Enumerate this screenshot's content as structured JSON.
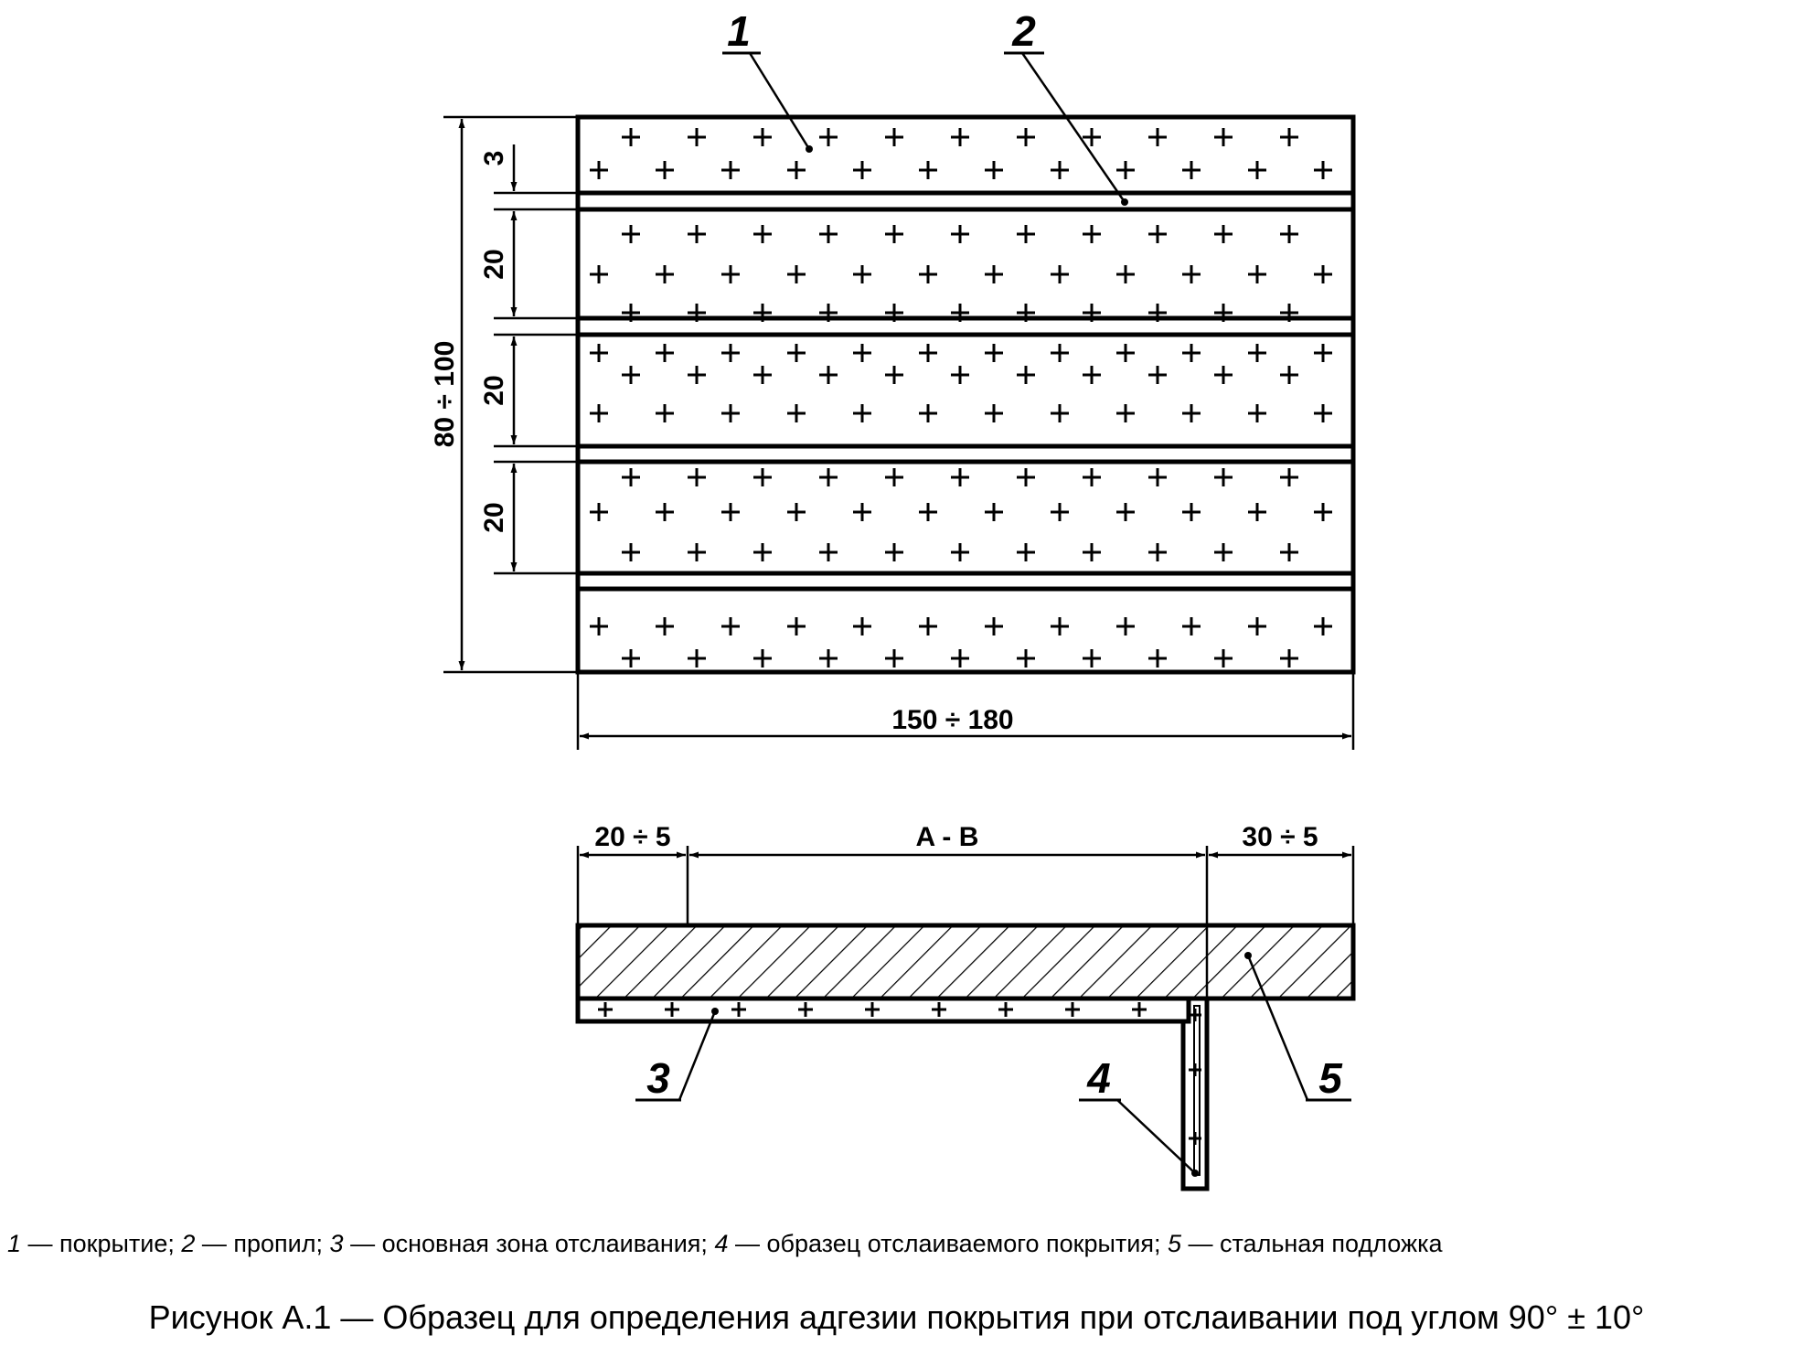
{
  "plan_view": {
    "height_dimension": "80 ÷ 100",
    "width_dimension": "150 ÷ 180",
    "strip_dimensions": [
      "3",
      "20",
      "20",
      "20"
    ]
  },
  "section_view": {
    "left_dimension": "20 ÷ 5",
    "middle_dimension": "A - B",
    "right_dimension": "30 ÷ 5"
  },
  "callouts": [
    "1",
    "2",
    "3",
    "4",
    "5"
  ],
  "legend": [
    {
      "num": "1",
      "text": " — покрытие; "
    },
    {
      "num": "2",
      "text": " — пропил; "
    },
    {
      "num": "3",
      "text": " — основная зона отслаивания; "
    },
    {
      "num": "4",
      "text": " — образец отслаиваемого покрытия; "
    },
    {
      "num": "5",
      "text": " — стальная подложка"
    }
  ],
  "caption": "Рисунок А.1 — Образец для определения адгезии покрытия при отслаивании под углом 90° ± 10°"
}
